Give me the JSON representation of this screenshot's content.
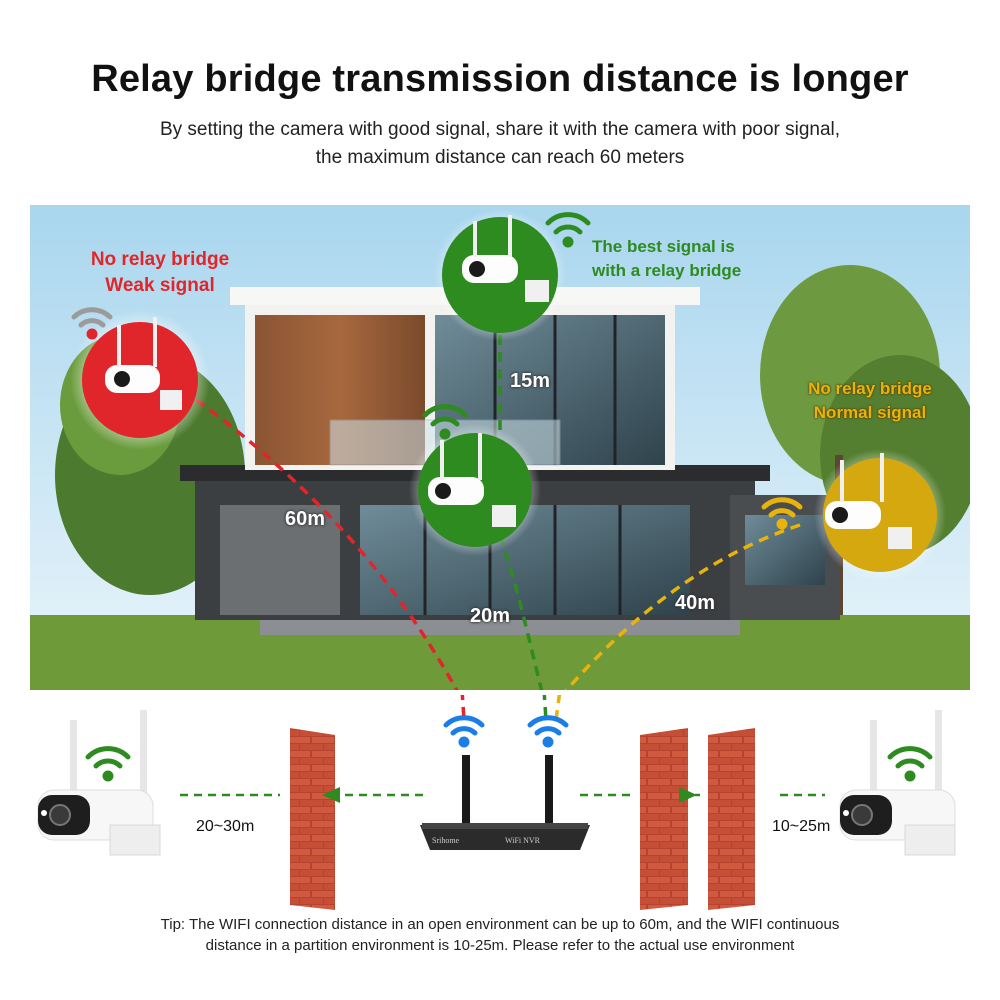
{
  "header": {
    "title": "Relay bridge transmission distance is longer",
    "subtitle_line1": "By setting the camera with good signal, share it with the camera with poor signal,",
    "subtitle_line2": "the maximum distance can reach 60 meters"
  },
  "scene": {
    "red_label_line1": "No relay bridge",
    "red_label_line2": "Weak signal",
    "green_label_line1": "The best signal is",
    "green_label_line2": "with a relay bridge",
    "gold_label_line1": "No relay bridge",
    "gold_label_line2": "Normal signal",
    "distances": {
      "top_relay": "15m",
      "red_path": "60m",
      "green_path": "20m",
      "gold_path": "40m"
    },
    "colors": {
      "weak": "#e0262a",
      "best": "#2e8b1f",
      "normal": "#d4a80e",
      "wifi_blue": "#1a7ee6"
    }
  },
  "bottom": {
    "left_distance": "20~30m",
    "right_distance": "10~25m",
    "nvr_brand": "Srihome",
    "nvr_label": "WiFi  NVR"
  },
  "tip": {
    "line1": "Tip: The WIFI connection distance in an open environment can be up to 60m, and the WIFI continuous",
    "line2": "distance in a partition environment is 10-25m. Please refer to the actual use environment"
  }
}
